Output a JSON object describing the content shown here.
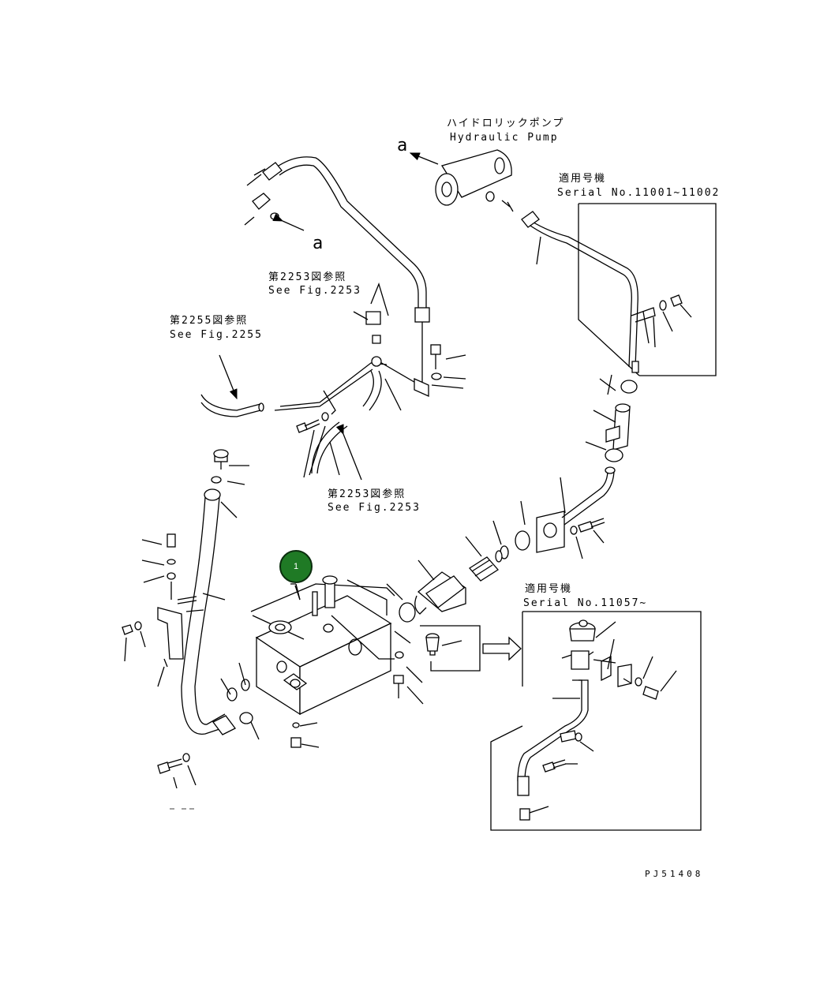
{
  "diagram": {
    "pump_label_jp": "ハイドロリックポンプ",
    "pump_label_en": "Hydraulic Pump",
    "ref_letter_top": "a",
    "ref_letter_left": "a",
    "ref_2253_upper_jp": "第2253図参照",
    "ref_2253_upper_en": "See Fig.2253",
    "ref_2255_jp": "第2255図参照",
    "ref_2255_en": "See Fig.2255",
    "ref_2253_lower_jp": "第2253図参照",
    "ref_2253_lower_en": "See Fig.2253",
    "serial_box_1_jp": "適用号機",
    "serial_box_1_en": "Serial No.11001~11002",
    "serial_box_2_jp": "適用号機",
    "serial_box_2_en": "Serial No.11057~",
    "callout_number": "1",
    "drawing_code": "PJ51408"
  }
}
